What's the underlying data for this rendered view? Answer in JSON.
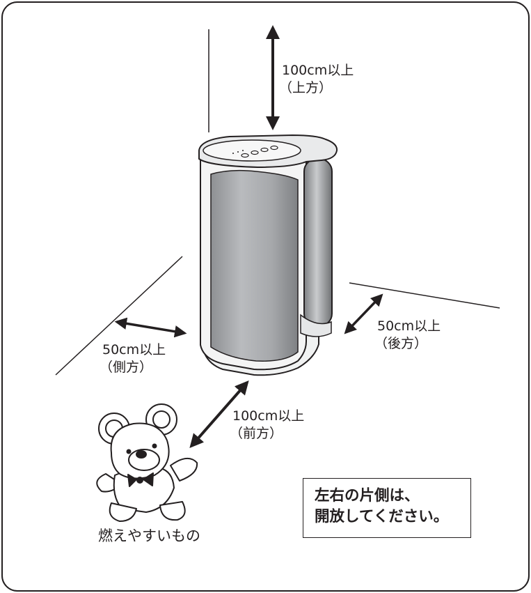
{
  "clearances": {
    "top": {
      "distance": "100cm以上",
      "direction": "（上方）"
    },
    "back": {
      "distance": "50cm以上",
      "direction": "（後方）"
    },
    "side": {
      "distance": "50cm以上",
      "direction": "（側方）"
    },
    "front": {
      "distance": "100cm以上",
      "direction": "（前方）"
    }
  },
  "flammable_label": "燃えやすいもの",
  "note": {
    "line1": "左右の片側は、",
    "line2": "開放してください。"
  },
  "colors": {
    "ink": "#231f20",
    "body_gray": "#a7a9ac",
    "light_gray": "#e6e7e8"
  }
}
